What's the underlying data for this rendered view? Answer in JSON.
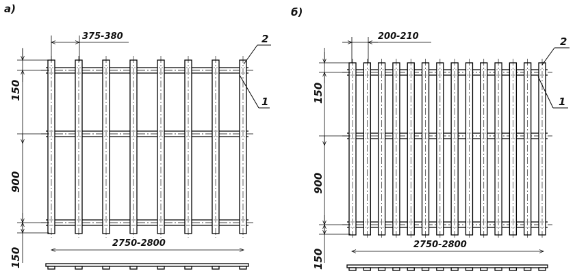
{
  "panels": [
    {
      "id": "a",
      "label": "а)",
      "plank_gap": "375-380",
      "width": "2750-2800",
      "top_margin": "150",
      "middle_span": "900",
      "bottom_margin": "150",
      "callout_1": "1",
      "callout_2": "2",
      "slat_count": 8
    },
    {
      "id": "b",
      "label": "б)",
      "plank_gap": "200-210",
      "width": "2750-2800",
      "top_margin": "150",
      "middle_span": "900",
      "bottom_margin": "150",
      "callout_1": "1",
      "callout_2": "2",
      "slat_count": 14
    }
  ]
}
